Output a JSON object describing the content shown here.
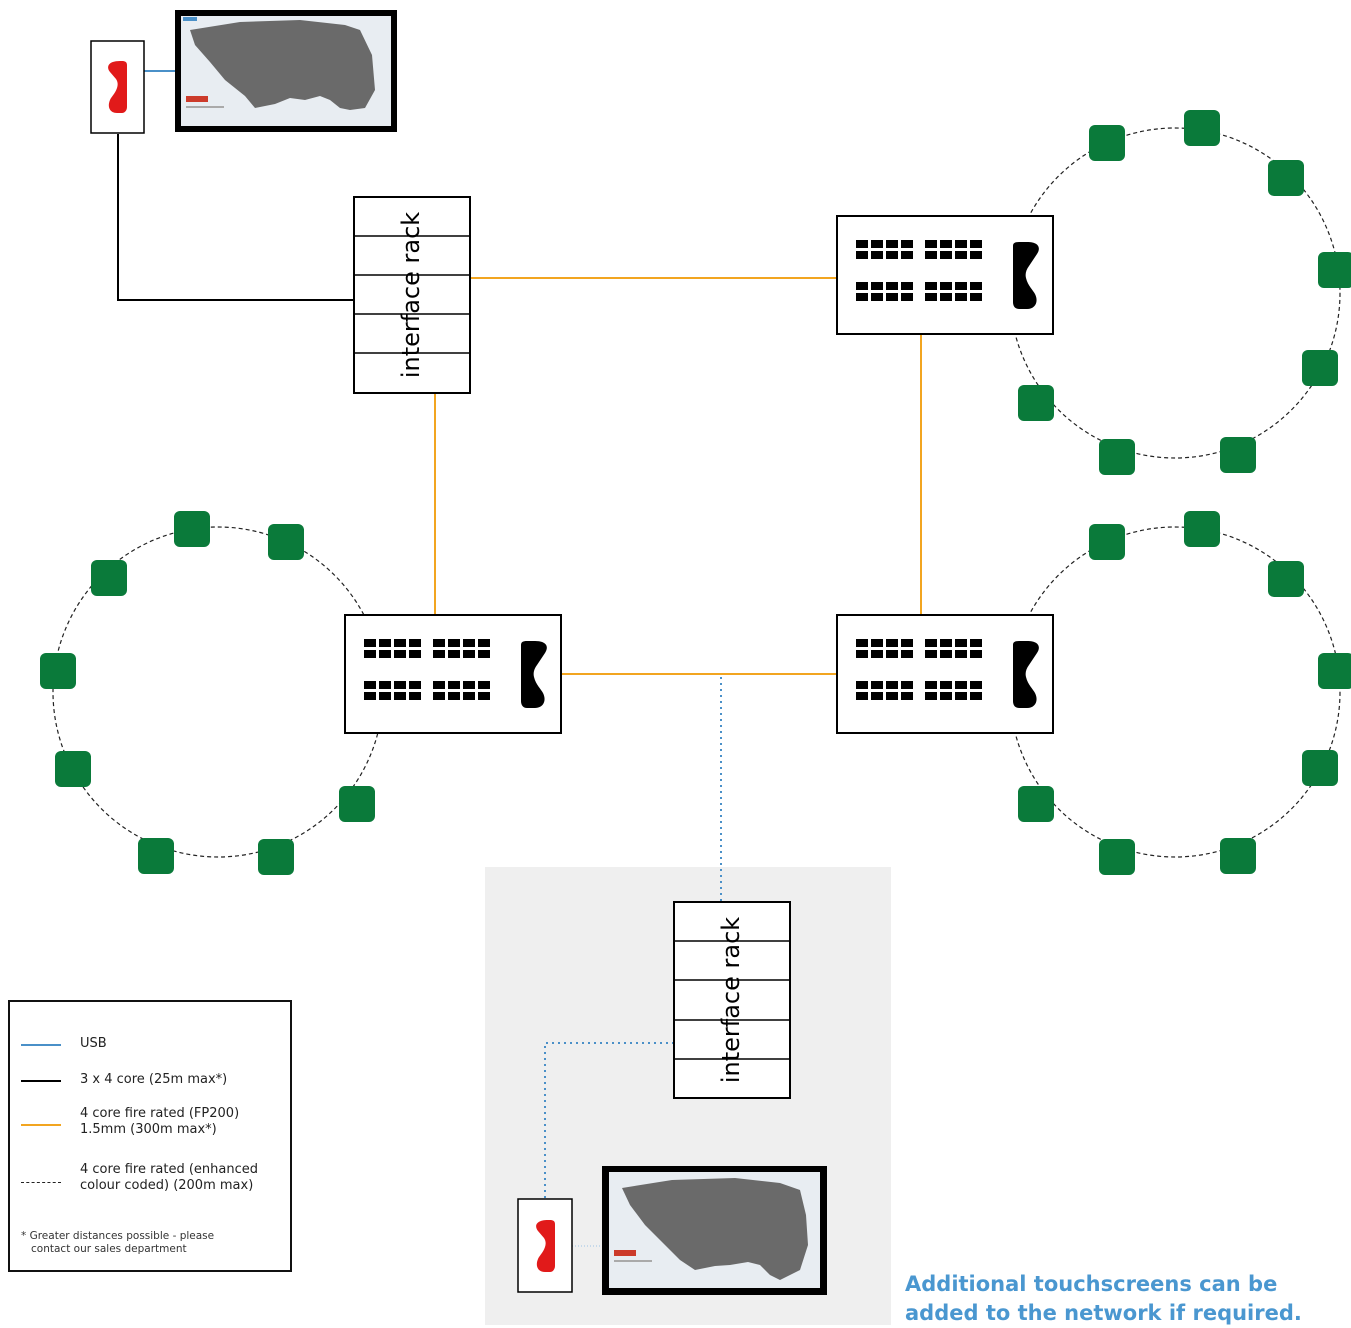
{
  "colors": {
    "usb": "#4a90c8",
    "core_3x4": "#000000",
    "fire_rated": "#f2a520",
    "enhanced": "#222222",
    "outstation": "#0a7a3a",
    "handset_red": "#e11a1a",
    "callout_blue": "#4a97d0",
    "shaded_area": "#efefef"
  },
  "diagram": {
    "rack_top_label": "interface rack",
    "rack_bottom_label": "interface rack"
  },
  "legend": {
    "items": [
      {
        "style": "usb",
        "text": "USB"
      },
      {
        "style": "core_3x4",
        "text": "3 x 4 core (25m max*)"
      },
      {
        "style": "fire_rated",
        "text": "4 core fire rated (FP200)\n1.5mm (300m max*)"
      },
      {
        "style": "enhanced",
        "text": "4 core fire rated (enhanced\ncolour coded)  (200m max)"
      }
    ],
    "note": "* Greater distances possible - please\n   contact our sales department"
  },
  "callout": {
    "line1": "Additional touchscreens can be",
    "line2": "added to the network if required."
  }
}
